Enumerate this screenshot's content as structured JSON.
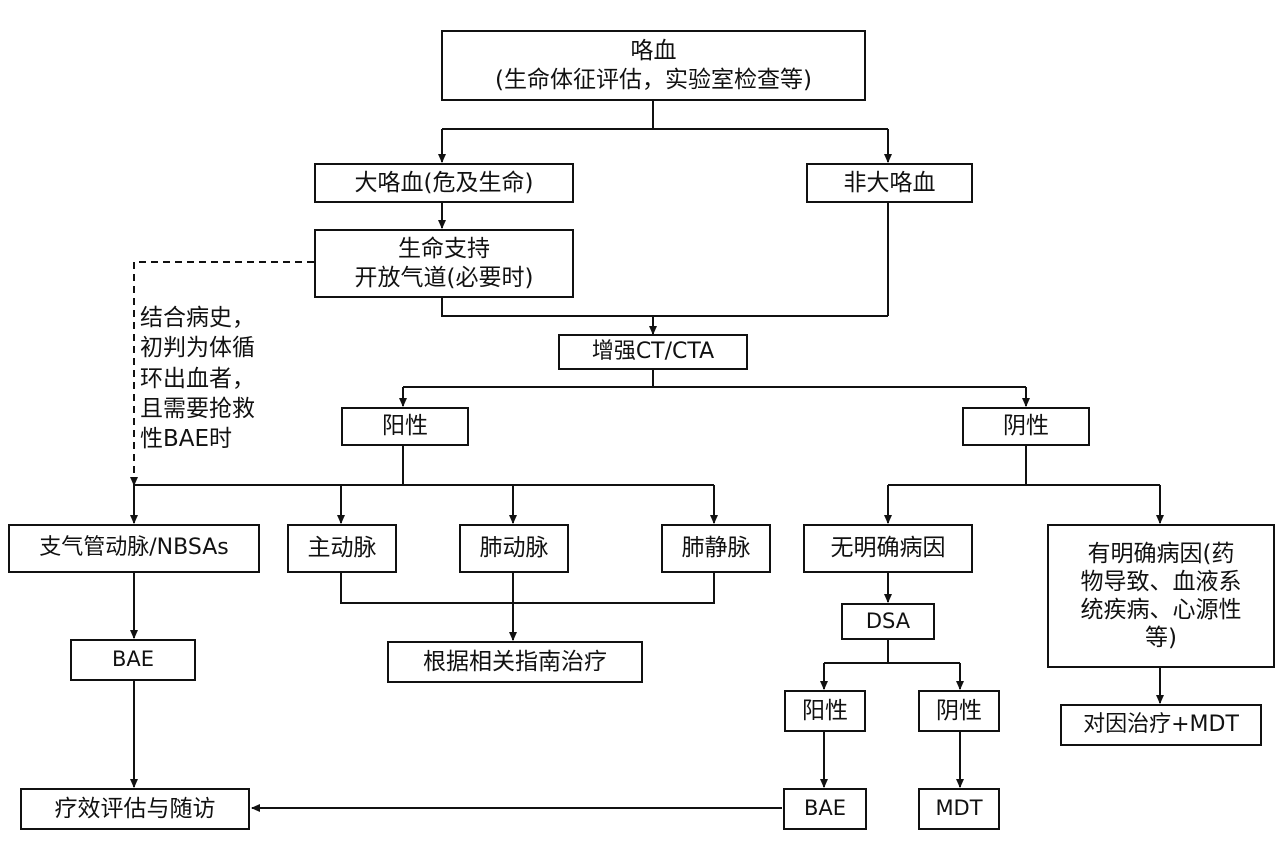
{
  "nodes": {
    "hemoptysis": "咯血\n(生命体征评估，实验室检查等)",
    "massive": "大咯血(危及生命)",
    "non_massive": "非大咯血",
    "life_support": "生命支持\n开放气道(必要时)",
    "cta": "增强CT/CTA",
    "positive": "阳性",
    "negative": "阴性",
    "bronchial": "支气管动脉/NBSAs",
    "aorta": "主动脉",
    "pulmonary_artery": "肺动脉",
    "pulmonary_vein": "肺静脉",
    "guideline": "根据相关指南治疗",
    "bae_left": "BAE",
    "followup": "疗效评估与随访",
    "no_cause": "无明确病因",
    "dsa": "DSA",
    "dsa_positive": "阳性",
    "dsa_negative": "阴性",
    "bae_right": "BAE",
    "mdt": "MDT",
    "known_cause": "有明确病因(药\n物导致、血液系\n统疾病、心源性\n等)",
    "cause_treatment": "对因治疗+MDT"
  },
  "dashed_note": "结合病史，\n初判为体循\n环出血者，\n且需要抢救\n性BAE时"
}
